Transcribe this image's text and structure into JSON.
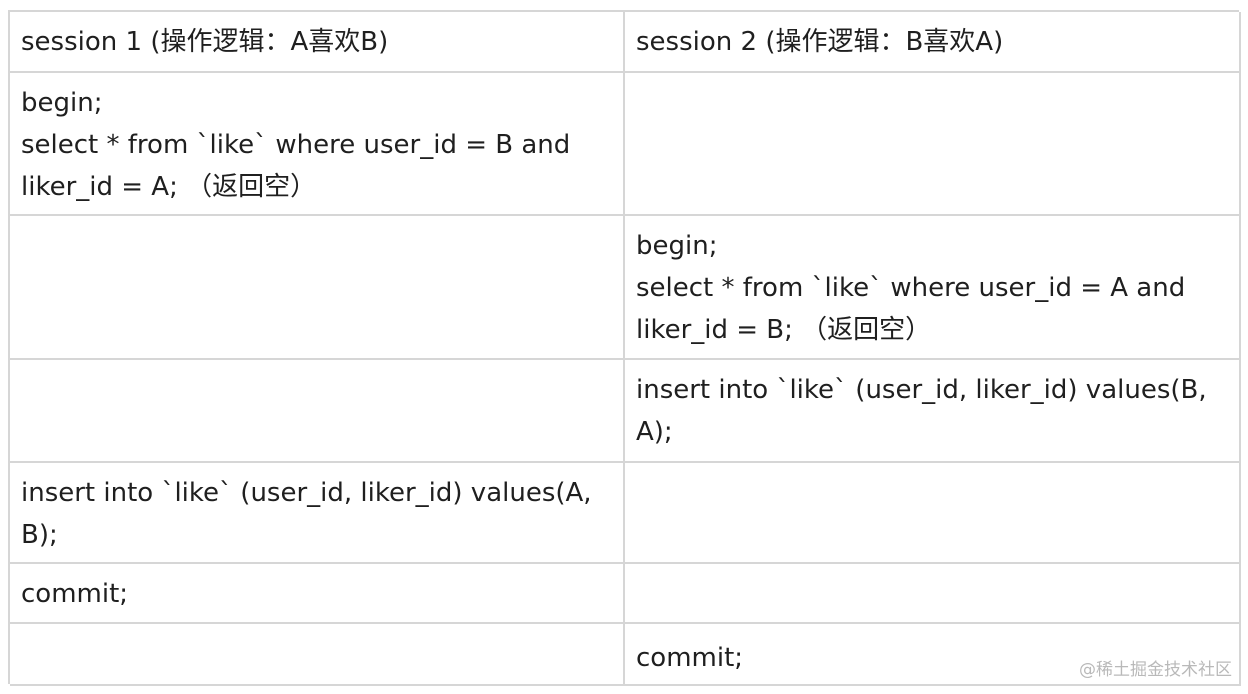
{
  "table": {
    "header": {
      "session1": "session 1 (操作逻辑：A喜欢B)",
      "session2": "session 2 (操作逻辑：B喜欢A)"
    },
    "rows": [
      {
        "left": [
          "begin;",
          "select * from `like` where user_id = B and",
          "liker_id = A; （返回空）"
        ],
        "right": []
      },
      {
        "left": [],
        "right": [
          "begin;",
          "select * from `like` where user_id = A and",
          "liker_id = B; （返回空）"
        ]
      },
      {
        "left": [],
        "right": [
          "insert into `like` (user_id, liker_id) values(B,",
          "A);"
        ]
      },
      {
        "left": [
          "insert into `like` (user_id, liker_id) values(A,",
          "B);"
        ],
        "right": []
      },
      {
        "left": [
          "commit;"
        ],
        "right": []
      },
      {
        "left": [],
        "right": [
          "commit;"
        ]
      }
    ]
  },
  "watermark": "@稀土掘金技术社区"
}
